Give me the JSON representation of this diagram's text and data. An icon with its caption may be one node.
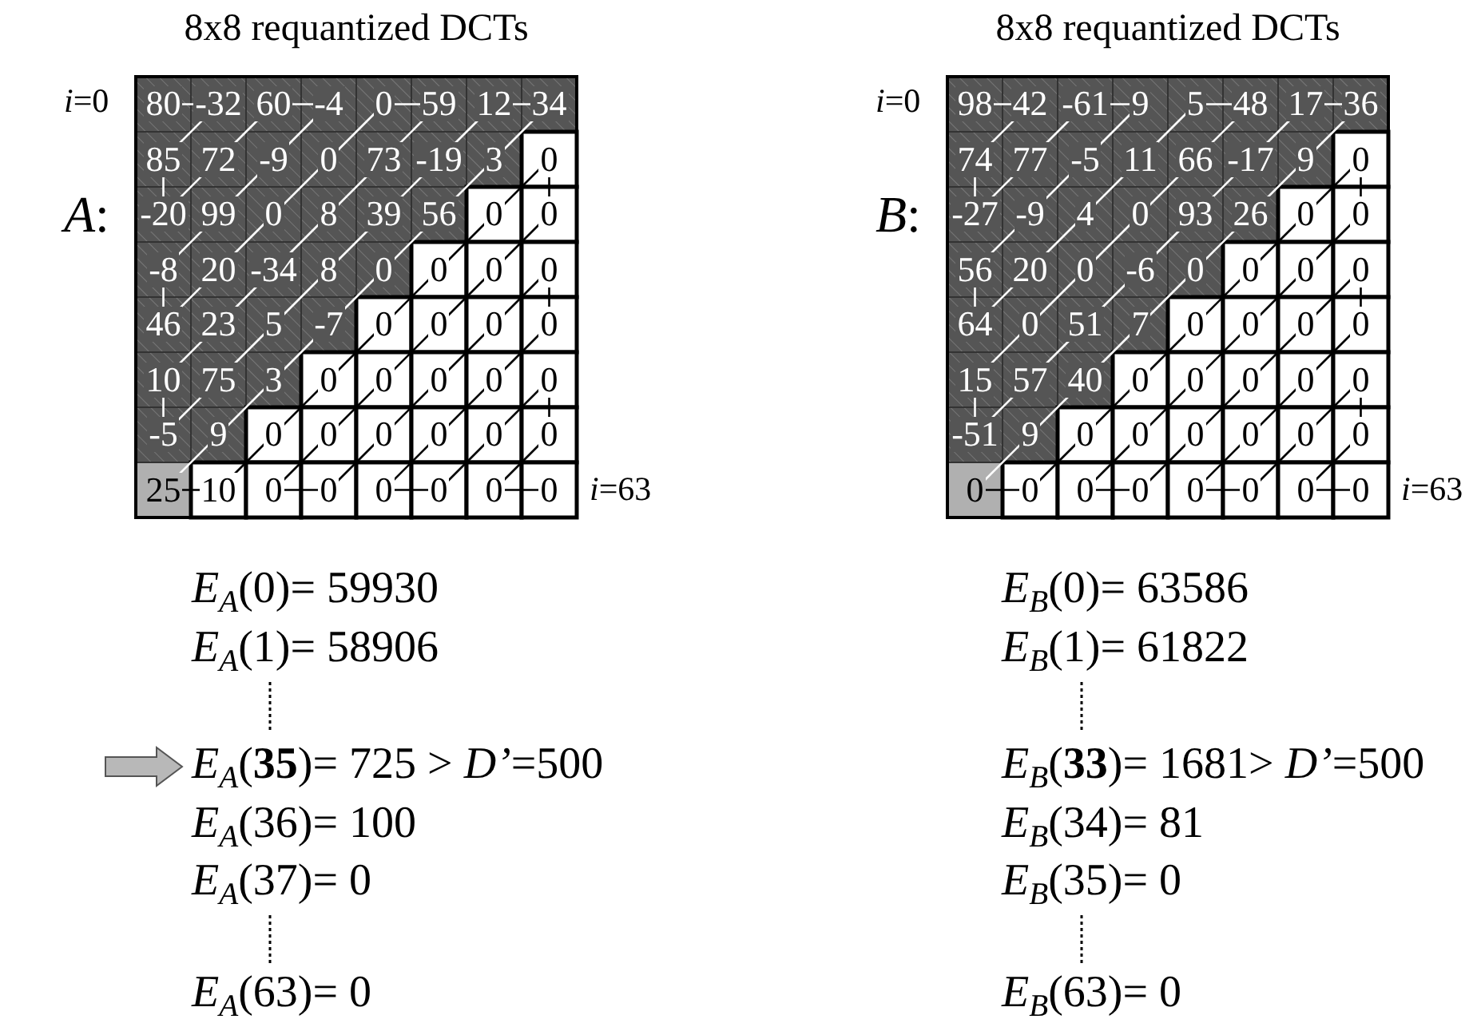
{
  "diagram": {
    "labels": [
      "8x8 requantized DCTs",
      "8x8 requantized DCTs",
      "*i*=0",
      "*A*:",
      "*i*=0",
      "*B*:",
      "80",
      "-32",
      "60",
      "-4",
      "0",
      "59",
      "12",
      "34",
      "85",
      "72",
      "-9",
      "0",
      "73",
      "-19",
      "3",
      "0",
      "-20",
      "99",
      "0",
      "8",
      "39",
      "56",
      "0",
      "0",
      "-8",
      "20",
      "-34",
      "8",
      "0",
      "0",
      "0",
      "0",
      "46",
      "23",
      "5",
      "-7",
      "0",
      "0",
      "0",
      "0",
      "10",
      "75",
      "3",
      "0",
      "0",
      "0",
      "0",
      "0",
      "-5",
      "9",
      "0",
      "0",
      "0",
      "0",
      "0",
      "0",
      "25",
      "10",
      "0",
      "0",
      "0",
      "0",
      "0",
      "0",
      "*i*=63",
      "98",
      "42",
      "-61",
      "9",
      "5",
      "48",
      "17",
      "36",
      "74",
      "77",
      "-5",
      "11",
      "66",
      "-17",
      "9",
      "0",
      "-27",
      "-9",
      "4",
      "0",
      "93",
      "26",
      "0",
      "0",
      "56",
      "20",
      "0",
      "-6",
      "0",
      "0",
      "0",
      "0",
      "64",
      "0",
      "51",
      "7",
      "0",
      "0",
      "0",
      "0",
      "15",
      "57",
      "40",
      "0",
      "0",
      "0",
      "0",
      "0",
      "-51",
      "9",
      "0",
      "0",
      "0",
      "0",
      "0",
      "0",
      "0",
      "0",
      "0",
      "0",
      "0",
      "0",
      "0",
      "0",
      "*i*=63",
      "*E*$_{A}$(0)= 59930",
      "*E*$_{A}$(1)= 58906",
      "*E*$_{A}$(**35**)= 725 > *D’*=500",
      "*E*$_{A}$(36)= 100",
      "*E*$_{A}$(37)= 0",
      "*E*$_{A}$(63)= 0",
      "*E*$_{B}$(0)= 63586",
      "*E*$_{B}$(1)= 61822",
      "*E*$_{B}$(**33**)= 1681> *D’*=500",
      "*E*$_{B}$(34)= 81",
      "*E*$_{B}$(35)= 0",
      "*E*$_{B}$(63)= 0"
    ]
  }
}
